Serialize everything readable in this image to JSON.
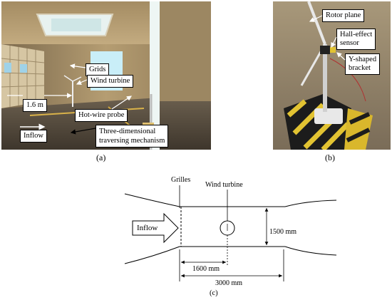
{
  "panel_a": {
    "caption": "(a)",
    "labels": {
      "grids": "Grids",
      "wind_turbine": "Wind turbine",
      "distance": "1.6 m",
      "hot_wire_probe": "Hot-wire probe",
      "inflow": "Inflow",
      "traversing_line1": "Three-dimensional",
      "traversing_line2": "traversing mechanism"
    }
  },
  "panel_b": {
    "caption": "(b)",
    "labels": {
      "rotor_plane": "Rotor plane",
      "hall_line1": "Hall-effect",
      "hall_line2": "sensor",
      "bracket_line1": "Y-shaped",
      "bracket_line2": "bracket"
    }
  },
  "panel_c": {
    "caption": "(c)",
    "labels": {
      "grilles": "Grilles",
      "wind_turbine": "Wind turbine",
      "inflow": "Inflow",
      "height": "1500 mm",
      "dist_turbine": "1600 mm",
      "dist_total": "3000 mm"
    }
  }
}
